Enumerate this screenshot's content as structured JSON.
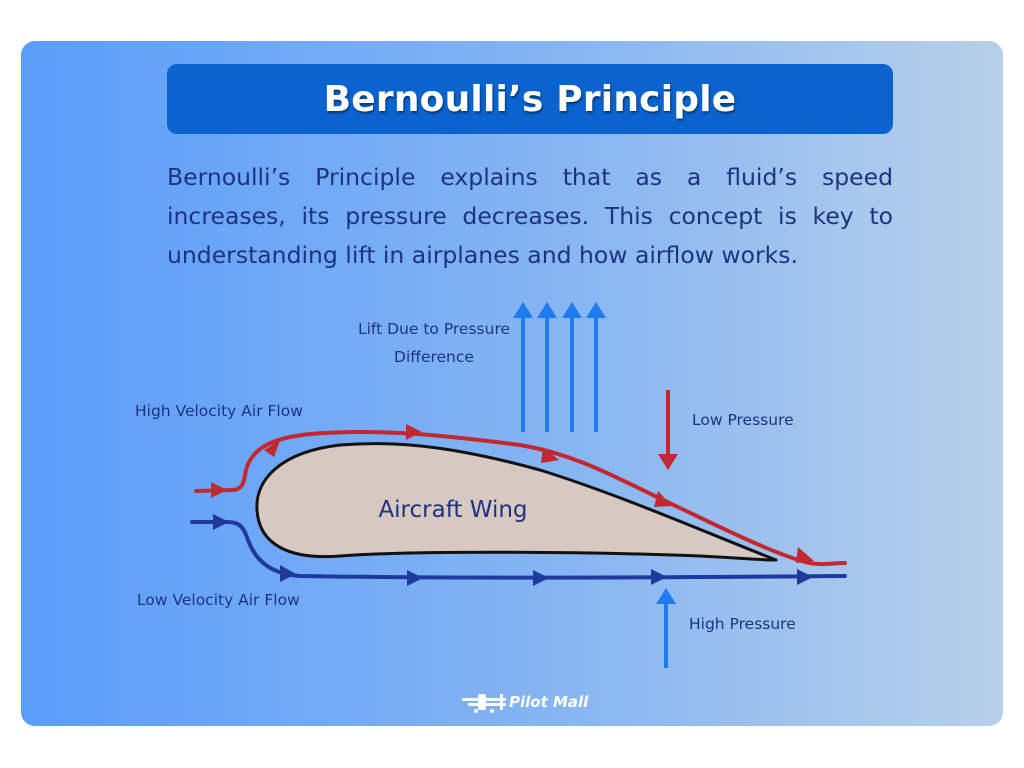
{
  "header": {
    "title": "Bernoulli’s Principle"
  },
  "description": "Bernoulli’s Principle explains that as a fluid’s speed increases, its pressure decreases. This concept is key to understanding lift in airplanes and how airflow works.",
  "diagram": {
    "lift_label_line1": "Lift Due to Pressure",
    "lift_label_line2": "Difference",
    "high_velocity_label": "High Velocity Air Flow",
    "low_velocity_label": "Low Velocity Air Flow",
    "low_pressure_label": "Low Pressure",
    "high_pressure_label": "High Pressure",
    "wing_label": "Aircraft Wing"
  },
  "footer": {
    "logo_text": "Pilot Mall"
  },
  "colors": {
    "background_left": "#5a9dfa",
    "background_right": "#b7d0ea",
    "title_bar": "#0b63cf",
    "text": "#1e3380",
    "high_velocity_flow": "#c2282d",
    "low_velocity_flow": "#1f3a9c",
    "pressure_arrows": "#1e7bf0",
    "wing_fill": "#d8c8c2"
  },
  "icons": [
    "airplane-logo-icon"
  ]
}
